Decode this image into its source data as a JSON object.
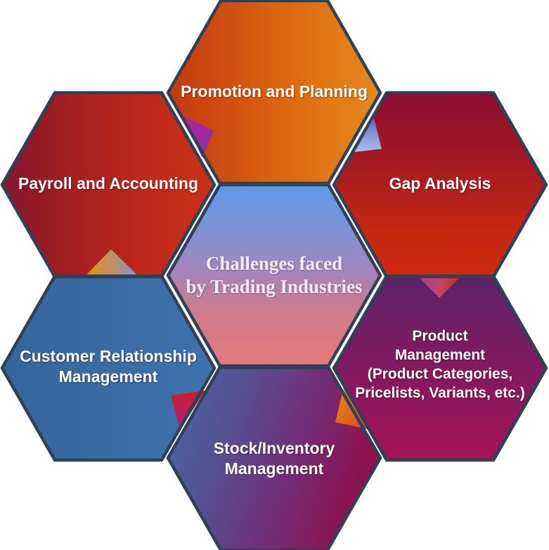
{
  "background": "#FFFFFF",
  "border_color": "#2E4156",
  "label_text_color": "#FFFFFF",
  "center": {
    "label": "Challenges faced\nby Trading Industries",
    "text_color": "#F3EEF7",
    "gradient": [
      "#5A9AEB",
      "#8590D2",
      "#A585BC",
      "#C57D96",
      "#D87A84",
      "#E37D7D"
    ]
  },
  "hexagons": [
    {
      "id": "promotion",
      "label": "Promotion and Planning",
      "gradient": [
        "#C23A10",
        "#CC4810",
        "#D65A0F",
        "#DE6B12",
        "#E37A16",
        "#E8891D"
      ]
    },
    {
      "id": "payroll",
      "label": "Payroll and Accounting",
      "gradient": [
        "#85152F",
        "#A6201F",
        "#C02A1B",
        "#CB2F19"
      ]
    },
    {
      "id": "gap-analysis",
      "label": "Gap Analysis",
      "gradient": [
        "#8C0D2F",
        "#A71A22",
        "#C62711",
        "#CE2B0E"
      ]
    },
    {
      "id": "customer-relationship",
      "label": "Customer Relationship\nManagement",
      "gradient": [
        "#35659D",
        "#3A6CA4",
        "#3E72AD"
      ]
    },
    {
      "id": "product-management",
      "label": "Product\nManagement\n(Product Categories,\nPricelists, Variants, etc.)",
      "gradient": [
        "#5A2368",
        "#7F1B61",
        "#A51256"
      ]
    },
    {
      "id": "stock-inventory",
      "label": "Stock/Inventory\nManagement",
      "gradient": [
        "#4769A3",
        "#565093",
        "#6F317A",
        "#8E1150"
      ]
    }
  ],
  "accents": [
    {
      "id": "magenta-wedge-top-left",
      "colors": [
        "#BC1F8C",
        "#8633AE"
      ]
    },
    {
      "id": "blue-wedge-top-right",
      "colors": [
        "#5F63B8",
        "#A8C4EC"
      ]
    },
    {
      "id": "orange-wedge-left",
      "colors": [
        "#E38C1D",
        "#C29066",
        "#8298B6"
      ]
    },
    {
      "id": "red-wedge-right",
      "colors": [
        "#9C3C9C",
        "#C34667",
        "#CA2810"
      ]
    },
    {
      "id": "red-magenta-wedge-bottom-left",
      "colors": [
        "#CC2028",
        "#A81F86"
      ]
    },
    {
      "id": "orange-wedge-bottom-right",
      "colors": [
        "#EE8A16",
        "#D4491B"
      ]
    }
  ]
}
